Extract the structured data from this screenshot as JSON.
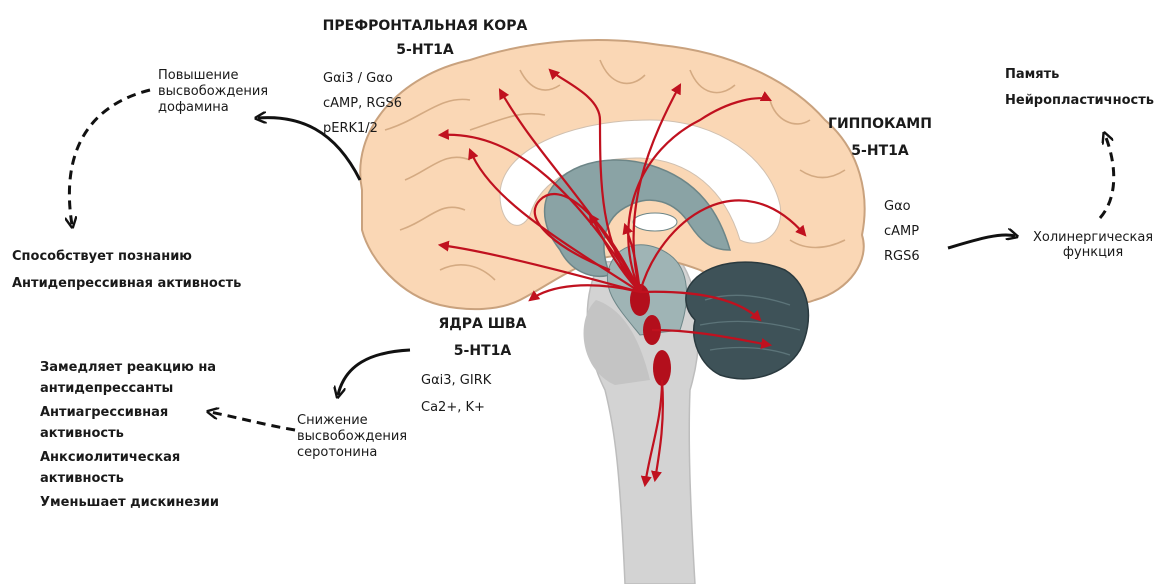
{
  "prefrontal": {
    "title": "ПРЕФРОНТАЛЬНАЯ КОРА",
    "receptor": "5-HT1A",
    "items": [
      "Gαi3 / Gαo",
      "cAMP, RGS6",
      "pERK1/2"
    ]
  },
  "hippocampus": {
    "title": "ГИППОКАМП",
    "receptor": "5-HT1A",
    "items": [
      "Gαo",
      "cAMP",
      "RGS6"
    ]
  },
  "raphe": {
    "title": "ЯДРА ШВА",
    "receptor": "5-HT1A",
    "items": [
      "Gαi3, GIRK",
      "Ca2+, K+"
    ]
  },
  "dopamine": {
    "lines": [
      "Повышение",
      "высвобождения",
      "дофамина"
    ]
  },
  "cognition": {
    "lines": [
      "Способствует познанию",
      "Антидепрессивная активность"
    ]
  },
  "memory": {
    "lines": [
      "Память",
      "Нейропластичность"
    ]
  },
  "cholinergic": {
    "lines": [
      "Холинергическая",
      "функция"
    ]
  },
  "serotonin": {
    "lines": [
      "Снижение",
      "высвобождения",
      "серотонина"
    ]
  },
  "effects": {
    "items": [
      [
        "Замедляет реакцию на",
        "антидепрессанты"
      ],
      [
        "Антиагрессивная",
        "активность"
      ],
      [
        "Анксиолитическая",
        "активность"
      ],
      [
        "Уменьшает дискинезии"
      ]
    ]
  },
  "colors": {
    "cortex_fill": "#fad7b5",
    "cortex_stroke": "#c9a27e",
    "limbic": "#8aa3a5",
    "cerebellum": "#3e5258",
    "brainstem": "#d0d0d0",
    "pathway": "#c0111f"
  }
}
